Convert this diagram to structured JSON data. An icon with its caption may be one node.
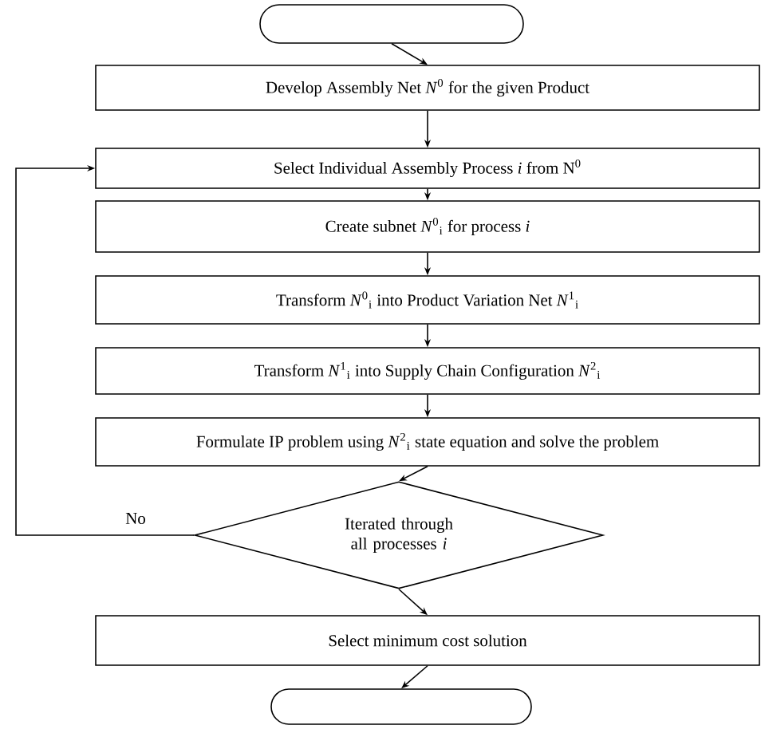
{
  "diagram": {
    "nodes": [
      {
        "text": [],
        "shape": "oval"
      },
      {
        "text": [
          "Develop Assembly Net *N*$^{0}$ for the given Product"
        ]
      },
      {
        "text": [
          "Select Individual Assembly Process *i* from N$^{0}$"
        ]
      },
      {
        "text": [
          "Create subnet *N*$^{0}$$_{i}$ for process *i*"
        ]
      },
      {
        "text": [
          "Transform *N*$^{0}$$_{i}$ into Product Variation Net *N*$^{1}$$_{i}$"
        ]
      },
      {
        "text": [
          "Transform *N*$^{1}$$_{i}$ into Supply Chain Configuration *N*$^{2}$$_{i}$"
        ]
      },
      {
        "text": [
          "Formulate IP problem using *N*$^{2}$$_{i}$ state equation and solve the problem"
        ]
      },
      {
        "text": [
          "Iterated through all processes *i*"
        ]
      },
      {
        "text": [
          "Select minimum cost solution"
        ]
      },
      {
        "text": [],
        "shape": "oval"
      }
    ],
    "edges": [
      {
        "from": 0,
        "to": 1,
        "arrow": "to"
      },
      {
        "from": 1,
        "to": 2,
        "arrow": "to"
      },
      {
        "from": 2,
        "to": 3,
        "arrow": "to"
      },
      {
        "from": 3,
        "to": 4,
        "arrow": "to"
      },
      {
        "from": 4,
        "to": 5,
        "arrow": "to"
      },
      {
        "from": 5,
        "to": 6,
        "arrow": "to"
      },
      {
        "from": 6,
        "to": 7,
        "arrow": "to"
      },
      {
        "from": 7,
        "to": 2,
        "arrow": "to",
        "label": "No"
      },
      {
        "from": 7,
        "to": 8,
        "arrow": "to"
      },
      {
        "from": 8,
        "to": 9,
        "arrow": "to"
      }
    ]
  }
}
